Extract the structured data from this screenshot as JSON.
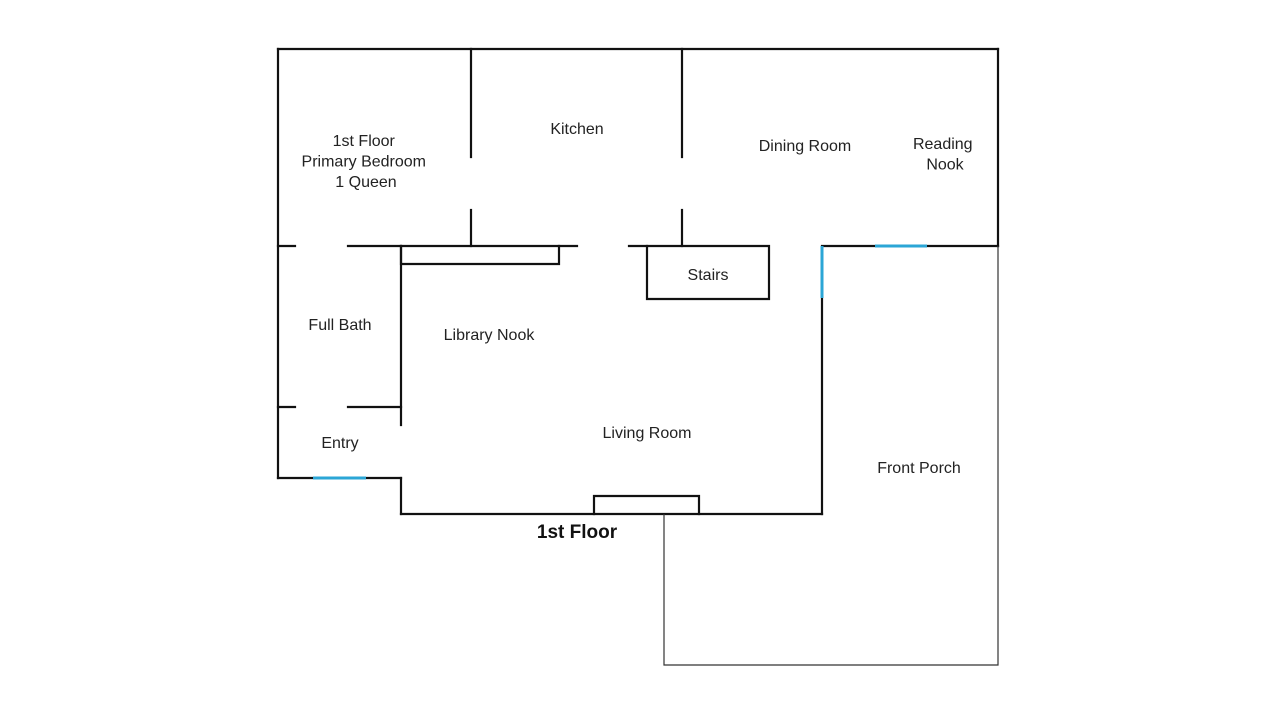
{
  "title": "1st Floor",
  "colors": {
    "wall": "#111111",
    "door": "#2ba6d6",
    "text": "#222222",
    "background": "#ffffff"
  },
  "rooms": {
    "primary_bedroom": [
      "1st Floor",
      "Primary Bedroom",
      "1 Queen"
    ],
    "kitchen": "Kitchen",
    "dining_room": "Dining Room",
    "reading_nook": [
      "Reading",
      "Nook"
    ],
    "stairs": "Stairs",
    "full_bath": "Full Bath",
    "library_nook": "Library Nook",
    "entry": "Entry",
    "living_room": "Living Room",
    "front_porch": "Front Porch"
  }
}
